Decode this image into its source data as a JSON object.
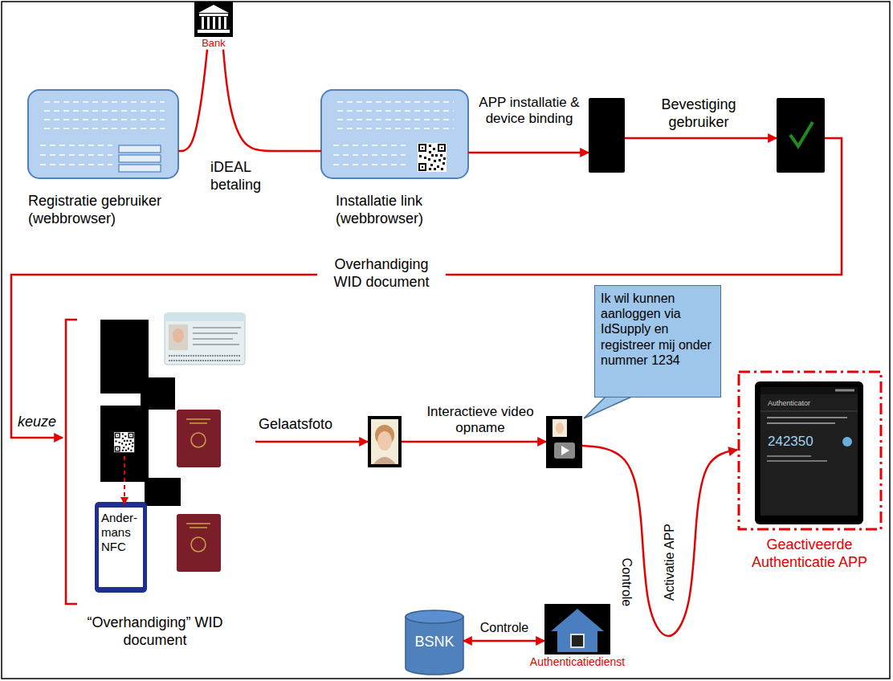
{
  "diagram": {
    "nodes": [
      {
        "text": [
          "Bank"
        ]
      },
      {
        "text": [
          "Registratie gebruiker (webbrowser)"
        ]
      },
      {
        "text": [
          "Installatie link (webbrowser)"
        ]
      },
      {
        "text": []
      },
      {
        "text": []
      },
      {
        "text": [
          "“Overhandiging” WID document"
        ]
      },
      {
        "text": [
          "Ander-mans NFC"
        ],
        "in": 5
      },
      {
        "text": []
      },
      {
        "text": []
      },
      {
        "text": [
          "Ik wil kunnen aanloggen via IdSupply en registreer mij onder nummer 1234"
        ]
      },
      {
        "text": [
          "Geactiveerde Authenticatie APP"
        ]
      },
      {
        "text": [
          "BSNK"
        ]
      },
      {
        "text": [
          "Authenticatiedienst"
        ]
      }
    ],
    "edges": [
      {
        "from": 1,
        "to": 0,
        "arrow": "none",
        "label": "iDEAL betaling"
      },
      {
        "from": 0,
        "to": 2,
        "arrow": "none"
      },
      {
        "from": 2,
        "to": 3,
        "arrow": "to",
        "label": "APP installatie & device binding"
      },
      {
        "from": 3,
        "to": 4,
        "arrow": "to",
        "label": "Bevestiging gebruiker"
      },
      {
        "from": 4,
        "to": 5,
        "arrow": "to",
        "label": "Overhandiging WID document"
      },
      {
        "from": 5,
        "to": 7,
        "arrow": "to",
        "label": "Gelaatsfoto"
      },
      {
        "from": 7,
        "to": 8,
        "arrow": "to",
        "label": "Interactieve video opname"
      },
      {
        "from": 8,
        "to": 10,
        "arrow": "to",
        "label": "Activatie APP"
      },
      {
        "from": 11,
        "to": 12,
        "arrow": "both",
        "label": "Controle"
      }
    ],
    "labels": [
      "keuze",
      "Controle",
      "Authenticator",
      "242350"
    ]
  }
}
